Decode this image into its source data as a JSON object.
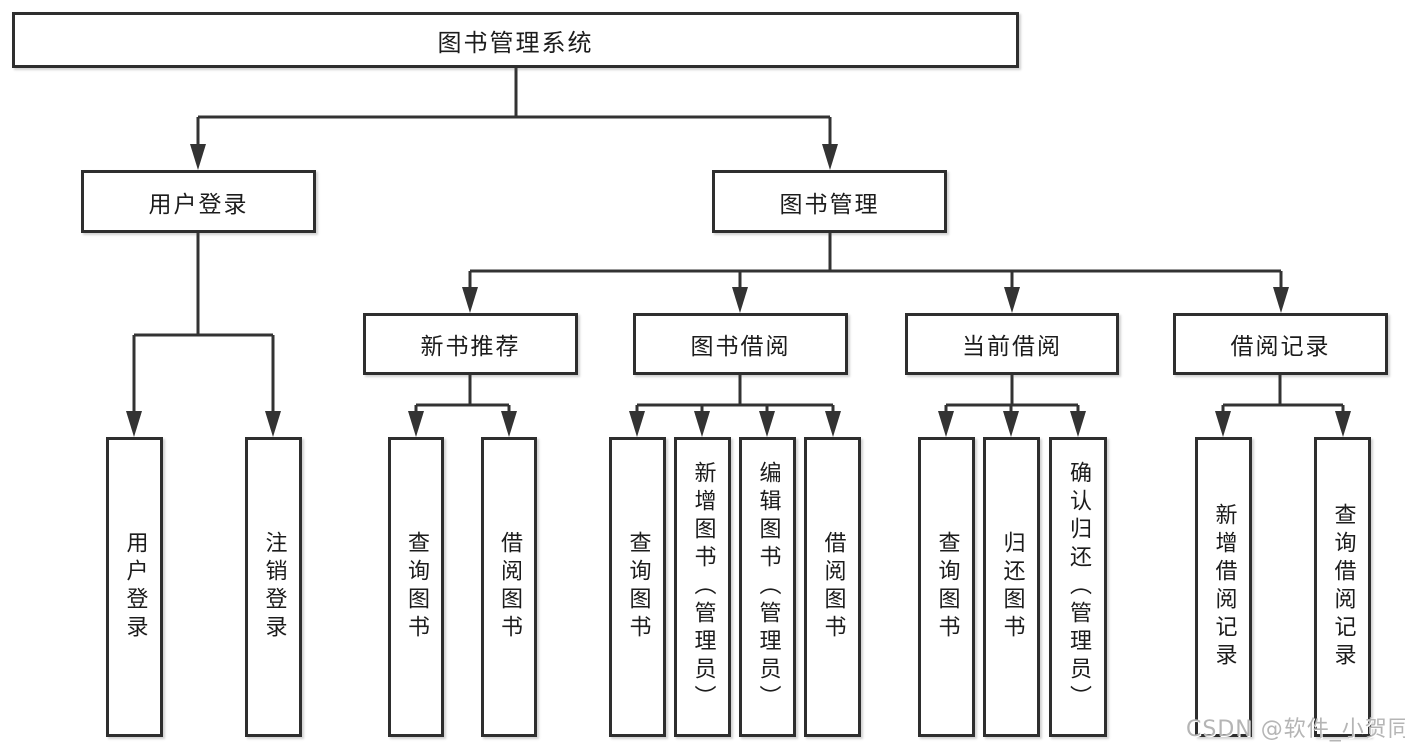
{
  "diagram": {
    "tree": {
      "root": {
        "label": "图书管理系统"
      },
      "branches": [
        {
          "label": "用户登录",
          "children": [
            {
              "label": "用户登录"
            },
            {
              "label": "注销登录"
            }
          ]
        },
        {
          "label": "图书管理",
          "children": [
            {
              "label": "新书推荐",
              "children": [
                {
                  "label": "查询图书"
                },
                {
                  "label": "借阅图书"
                }
              ]
            },
            {
              "label": "图书借阅",
              "children": [
                {
                  "label": "查询图书"
                },
                {
                  "label": "新增图书（管理员）"
                },
                {
                  "label": "编辑图书（管理员）"
                },
                {
                  "label": "借阅图书"
                }
              ]
            },
            {
              "label": "当前借阅",
              "children": [
                {
                  "label": "查询图书"
                },
                {
                  "label": "归还图书"
                },
                {
                  "label": "确认归还（管理员）"
                }
              ]
            },
            {
              "label": "借阅记录",
              "children": [
                {
                  "label": "新增借阅记录"
                },
                {
                  "label": "查询借阅记录"
                }
              ]
            }
          ]
        }
      ]
    }
  },
  "watermark": {
    "text": "CSDN @软件_小贺同学"
  },
  "colors": {
    "line": "#333333",
    "box_border": "#2e2e2e",
    "text": "#1c1c1c",
    "watermark": "#b5b5b5",
    "background": "#ffffff"
  }
}
